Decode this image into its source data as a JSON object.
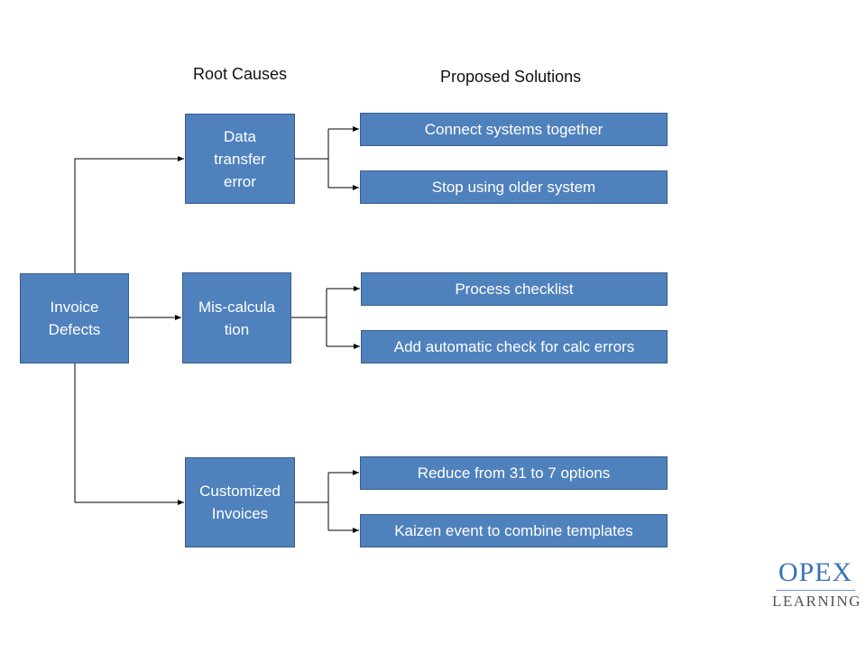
{
  "headings": {
    "root_causes": "Root Causes",
    "proposed_solutions": "Proposed Solutions"
  },
  "root": {
    "lines": [
      "Invoice",
      "Defects"
    ]
  },
  "causes": [
    {
      "lines": [
        "Data",
        "transfer",
        "error"
      ]
    },
    {
      "lines": [
        "Mis-calcula",
        "tion"
      ]
    },
    {
      "lines": [
        "Customized",
        "Invoices"
      ]
    }
  ],
  "solutions": [
    [
      "Connect systems together",
      "Stop using older system"
    ],
    [
      "Process checklist",
      "Add automatic check for calc errors"
    ],
    [
      "Reduce from 31 to 7 options",
      "Kaizen event to combine templates"
    ]
  ],
  "logo": {
    "top": "OPEX",
    "bottom": "LEARNING"
  },
  "colors": {
    "box_fill": "#4f81bd",
    "box_border": "#385d8a",
    "logo_blue": "#3a73b5"
  }
}
